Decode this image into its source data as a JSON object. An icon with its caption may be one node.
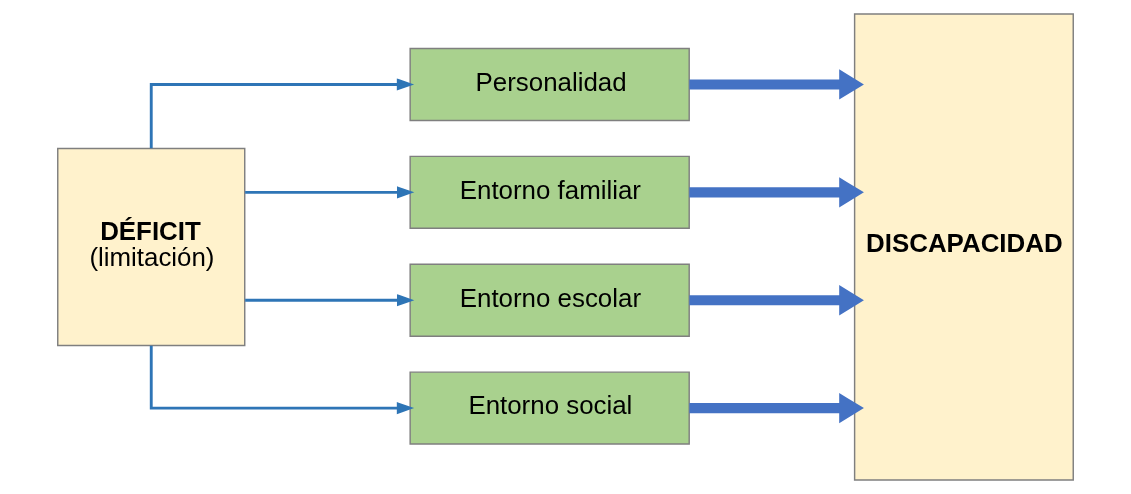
{
  "diagram": {
    "nodes": [
      {
        "text": [
          "DÉFICIT",
          "(limitación)"
        ]
      },
      {
        "text": [
          "Personalidad"
        ]
      },
      {
        "text": [
          "Entorno familiar"
        ]
      },
      {
        "text": [
          "Entorno escolar"
        ]
      },
      {
        "text": [
          "Entorno social"
        ]
      },
      {
        "text": [
          "DISCAPACIDAD"
        ]
      }
    ],
    "edges": [
      {
        "from": 0,
        "to": 1,
        "arrow": "to"
      },
      {
        "from": 0,
        "to": 2,
        "arrow": "to"
      },
      {
        "from": 0,
        "to": 3,
        "arrow": "to"
      },
      {
        "from": 0,
        "to": 4,
        "arrow": "to"
      },
      {
        "from": 1,
        "to": 5,
        "arrow": "to",
        "style": "thick",
        "color": "#4472c4"
      },
      {
        "from": 2,
        "to": 5,
        "arrow": "to",
        "style": "thick",
        "color": "#4472c4"
      },
      {
        "from": 3,
        "to": 5,
        "arrow": "to",
        "style": "thick",
        "color": "#4472c4"
      },
      {
        "from": 4,
        "to": 5,
        "arrow": "to",
        "style": "thick",
        "color": "#4472c4"
      }
    ]
  }
}
